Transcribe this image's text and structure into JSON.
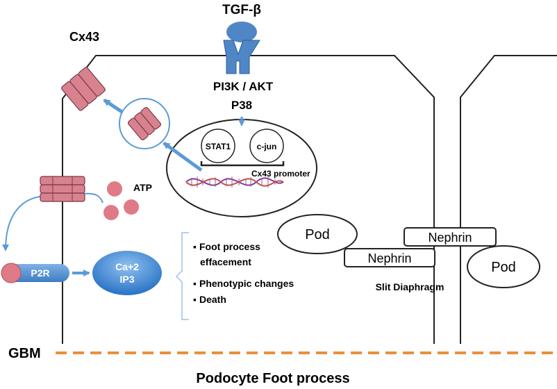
{
  "labels": {
    "tgf": "TGF-β",
    "cx43": "Cx43",
    "pi3k": "PI3K / AKT",
    "p38": "P38",
    "stat1": "STAT1",
    "cjun": "c-jun",
    "promoter": "Cx43 promoter",
    "atp": "ATP",
    "p2r": "P2R",
    "ca": "Ca+2",
    "ip3": "IP3",
    "effects": [
      "Foot process",
      "effacement",
      "Phenotypic changes",
      "Death"
    ],
    "pod_left": "Pod",
    "pod_right": "Pod",
    "nephrin_upper": "Nephrin",
    "nephrin_lower": "Nephrin",
    "slit": "Slit Diaphragm",
    "gbm": "GBM",
    "caption": "Podocyte Foot process"
  },
  "colors": {
    "receptor_blue": "#4f86c6",
    "arrow_blue": "#5b9bd5",
    "channel_pink": "#d9828f",
    "channel_stroke": "#7a3a44",
    "atp_pink": "#e07a86",
    "dna_purple": "#7b3f9e",
    "dna_red": "#c0504d",
    "gbm_orange": "#e8913a",
    "cell_outline": "#222222"
  },
  "icons": {
    "connexon": "connexin-channel-icon",
    "receptor": "tgf-receptor-icon"
  }
}
